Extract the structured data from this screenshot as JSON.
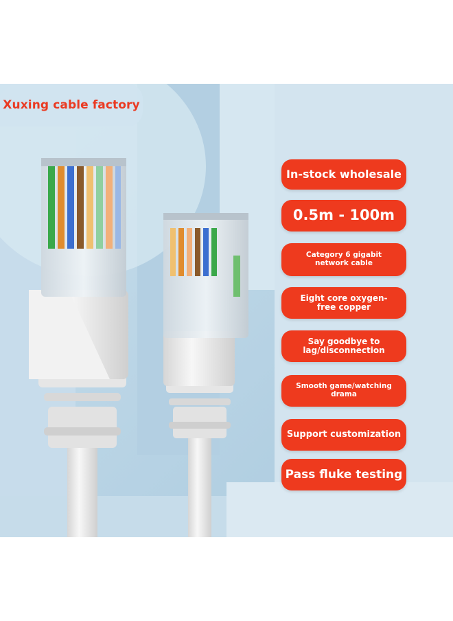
{
  "brand": {
    "name": "Xuxing cable factory"
  },
  "features": [
    {
      "label": "In-stock wholesale"
    },
    {
      "label": "0.5m - 100m"
    },
    {
      "label": "Category 6 gigabit network cable"
    },
    {
      "label": "Eight core oxygen-free copper"
    },
    {
      "label": "Say goodbye to lag/disconnection"
    },
    {
      "label": "Smooth game/watching drama"
    },
    {
      "label": "Support customization"
    },
    {
      "label": "Pass fluke testing"
    }
  ],
  "colors": {
    "accent": "#ee3a1e",
    "brand_text": "#ea3a22",
    "background_blue": "#b9d4e6",
    "cable_white": "#eeeeee"
  }
}
